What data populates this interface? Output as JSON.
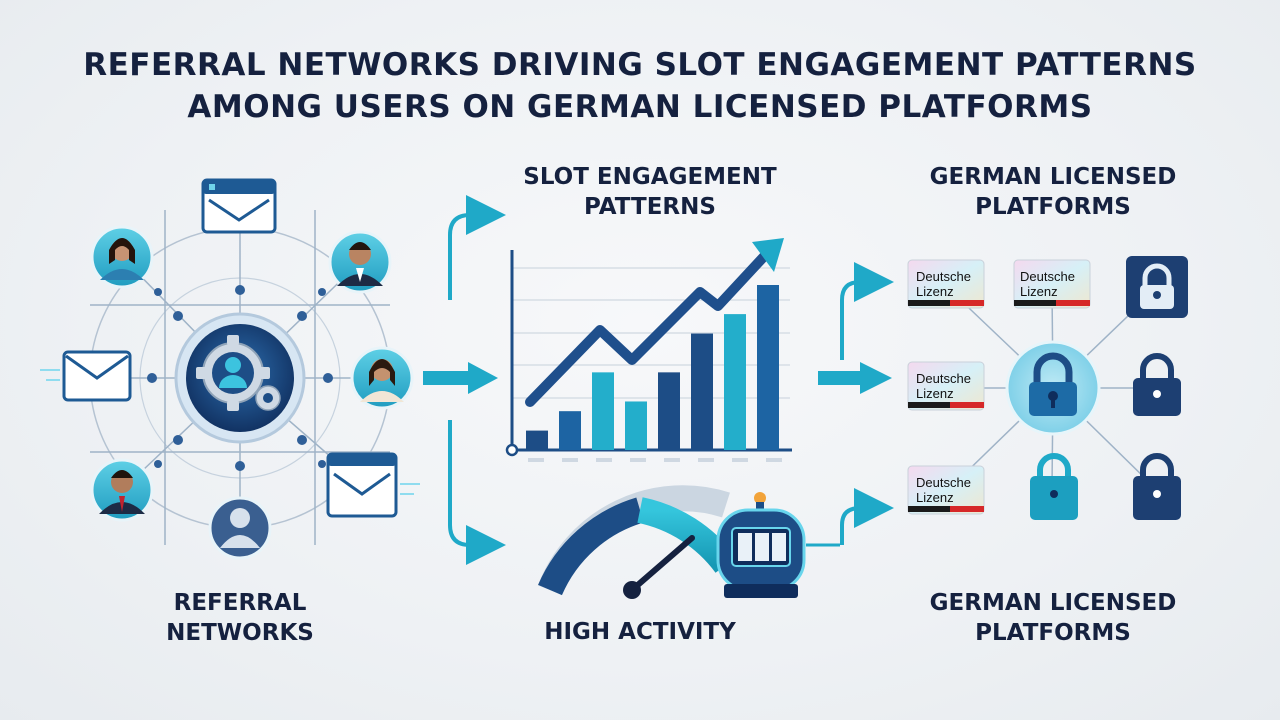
{
  "title_line1": "REFERRAL NETWORKS DRIVING SLOT ENGAGEMENT PATTERNS",
  "title_line2": "AMONG USERS ON GERMAN LICENSED PLATFORMS",
  "labels": {
    "referral_line1": "REFERRAL",
    "referral_line2": "NETWORKS",
    "slot_line1": "SLOT ENGAGEMENT",
    "slot_line2": "PATTERNS",
    "activity": "HIGH ACTIVITY",
    "german_top_line1": "GERMAN LICENSED",
    "german_top_line2": "PLATFORMS",
    "german_bottom_line1": "GERMAN LICENSED",
    "german_bottom_line2": "PLATFORMS"
  },
  "badge": {
    "line1": "Deutsche",
    "line2": "Lizenz"
  },
  "bar_chart": {
    "type": "bar",
    "values": [
      1,
      2,
      4,
      2.5,
      4,
      6,
      7,
      8.5
    ]
  },
  "gauge": {
    "level": 0.85
  },
  "colors": {
    "navy": "#173a6e",
    "teal": "#1fb6cf",
    "text": "#15213f"
  },
  "icons": [
    "gear-icon",
    "user-icon",
    "envelope-icon",
    "padlock-icon",
    "slot-machine-icon",
    "speedometer-icon",
    "arrow-icon"
  ]
}
